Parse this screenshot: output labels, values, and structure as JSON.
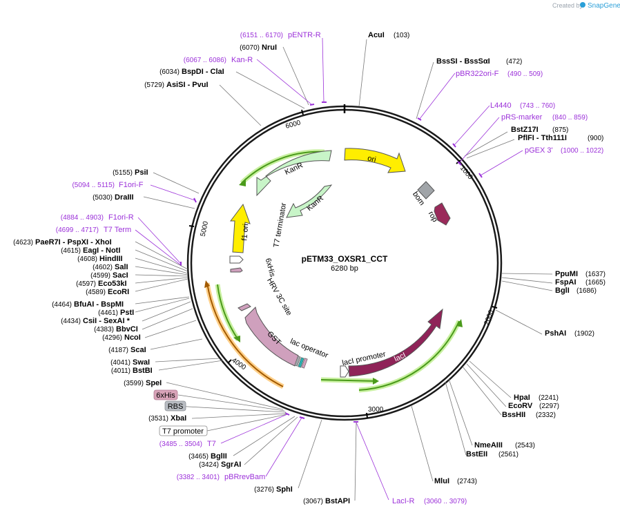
{
  "credit": {
    "prefix": "Created by",
    "brand": "SnapGene"
  },
  "plasmid": {
    "name": "pETM33_OXSR1_CCT",
    "length_label": "6280 bp",
    "length": 6280
  },
  "ticks": [
    "1000",
    "2000",
    "3000",
    "4000",
    "5000",
    "6000"
  ],
  "enzymes_right": [
    {
      "name": "AcuI",
      "pos": "(103)"
    },
    {
      "name": "BssSI - BssSαI",
      "pos": "(472)"
    },
    {
      "name": "BstZ17I",
      "pos": "(875)"
    },
    {
      "name": "PflFI - Tth111I",
      "pos": "(900)"
    },
    {
      "name": "PpuMI",
      "pos": "(1637)"
    },
    {
      "name": "FspAI",
      "pos": "(1665)"
    },
    {
      "name": "BglI",
      "pos": "(1686)"
    },
    {
      "name": "PshAI",
      "pos": "(1902)"
    },
    {
      "name": "HpaI",
      "pos": "(2241)"
    },
    {
      "name": "EcoRV",
      "pos": "(2297)"
    },
    {
      "name": "BssHII",
      "pos": "(2332)"
    },
    {
      "name": "NmeAIII",
      "pos": "(2543)"
    },
    {
      "name": "BstEII",
      "pos": "(2561)"
    },
    {
      "name": "MluI",
      "pos": "(2743)"
    }
  ],
  "enzymes_left": [
    {
      "pos": "(6070)",
      "name": "NruI"
    },
    {
      "pos": "(6034)",
      "name": "BspDI - ClaI"
    },
    {
      "pos": "(5729)",
      "name": "AsiSI - PvuI"
    },
    {
      "pos": "(5155)",
      "name": "PsiI"
    },
    {
      "pos": "(5030)",
      "name": "DraIII"
    },
    {
      "pos": "(4623)",
      "name": "PaeR7I - PspXI - XhoI"
    },
    {
      "pos": "(4615)",
      "name": "EagI - NotI"
    },
    {
      "pos": "(4608)",
      "name": "HindIII"
    },
    {
      "pos": "(4602)",
      "name": "SalI"
    },
    {
      "pos": "(4599)",
      "name": "SacI"
    },
    {
      "pos": "(4597)",
      "name": "Eco53kI"
    },
    {
      "pos": "(4589)",
      "name": "EcoRI"
    },
    {
      "pos": "(4464)",
      "name": "BfuAI - BspMI"
    },
    {
      "pos": "(4461)",
      "name": "PstI"
    },
    {
      "pos": "(4434)",
      "name": "CsiI - SexAI *"
    },
    {
      "pos": "(4383)",
      "name": "BbvCI"
    },
    {
      "pos": "(4296)",
      "name": "NcoI"
    },
    {
      "pos": "(4187)",
      "name": "ScaI"
    },
    {
      "pos": "(4041)",
      "name": "SwaI"
    },
    {
      "pos": "(4011)",
      "name": "BstBI"
    },
    {
      "pos": "(3599)",
      "name": "SpeI"
    },
    {
      "pos": "(3531)",
      "name": "XbaI"
    },
    {
      "pos": "(3465)",
      "name": "BglII"
    },
    {
      "pos": "(3424)",
      "name": "SgrAI"
    },
    {
      "pos": "(3276)",
      "name": "SphI"
    },
    {
      "pos": "(3067)",
      "name": "BstAPI"
    }
  ],
  "primers": [
    {
      "range": "(6151 .. 6170)",
      "name": "pENTR-R"
    },
    {
      "range": "(6067 .. 6086)",
      "name": "Kan-R"
    },
    {
      "name": "pBR322ori-F",
      "range": "(490 .. 509)"
    },
    {
      "name": "L4440",
      "range": "(743 .. 760)"
    },
    {
      "name": "pRS-marker",
      "range": "(840 .. 859)"
    },
    {
      "name": "pGEX 3'",
      "range": "(1000 .. 1022)"
    },
    {
      "range": "(5094 .. 5115)",
      "name": "F1ori-F"
    },
    {
      "range": "(4884 .. 4903)",
      "name": "F1ori-R"
    },
    {
      "range": "(4699 .. 4717)",
      "name": "T7 Term"
    },
    {
      "range": "(3485 .. 3504)",
      "name": "T7"
    },
    {
      "range": "(3382 .. 3401)",
      "name": "pBRrevBam"
    },
    {
      "name": "LacI-R",
      "range": "(3060 .. 3079)"
    }
  ],
  "boxed_features": [
    {
      "label": "6xHis",
      "color": "#d8a3b8"
    },
    {
      "label": "RBS",
      "color": "#b8bcc2"
    },
    {
      "label": "T7 promoter",
      "color": "#ffffff"
    }
  ],
  "features": {
    "ori": "ori",
    "bom": "bom",
    "rop": "rop",
    "kanr_outer": "KanR",
    "kanr_inner": "KanR",
    "f1_ori": "f1 ori",
    "t7_terminator": "T7 terminator",
    "his6": "6xHis",
    "hrv3c": "HRV 3C site",
    "gst": "GST",
    "lac_operator": "lac operator",
    "laci_promoter": "lacI promoter",
    "laci": "lacI"
  },
  "colors": {
    "ori": "#ffee00",
    "kanr": "#c8f5c8",
    "rop": "#9a2a5a",
    "laci": "#8f2358",
    "gst": "#cfa0bd",
    "f1ori": "#ffee00",
    "bom": "#a0a4a8",
    "primer": "#9b30d9",
    "orf": "#4a9a1a",
    "orf_glow": "#c8f0a0",
    "orf_gst": "#a25a00",
    "orf_gst_glow": "#ffd08a"
  }
}
